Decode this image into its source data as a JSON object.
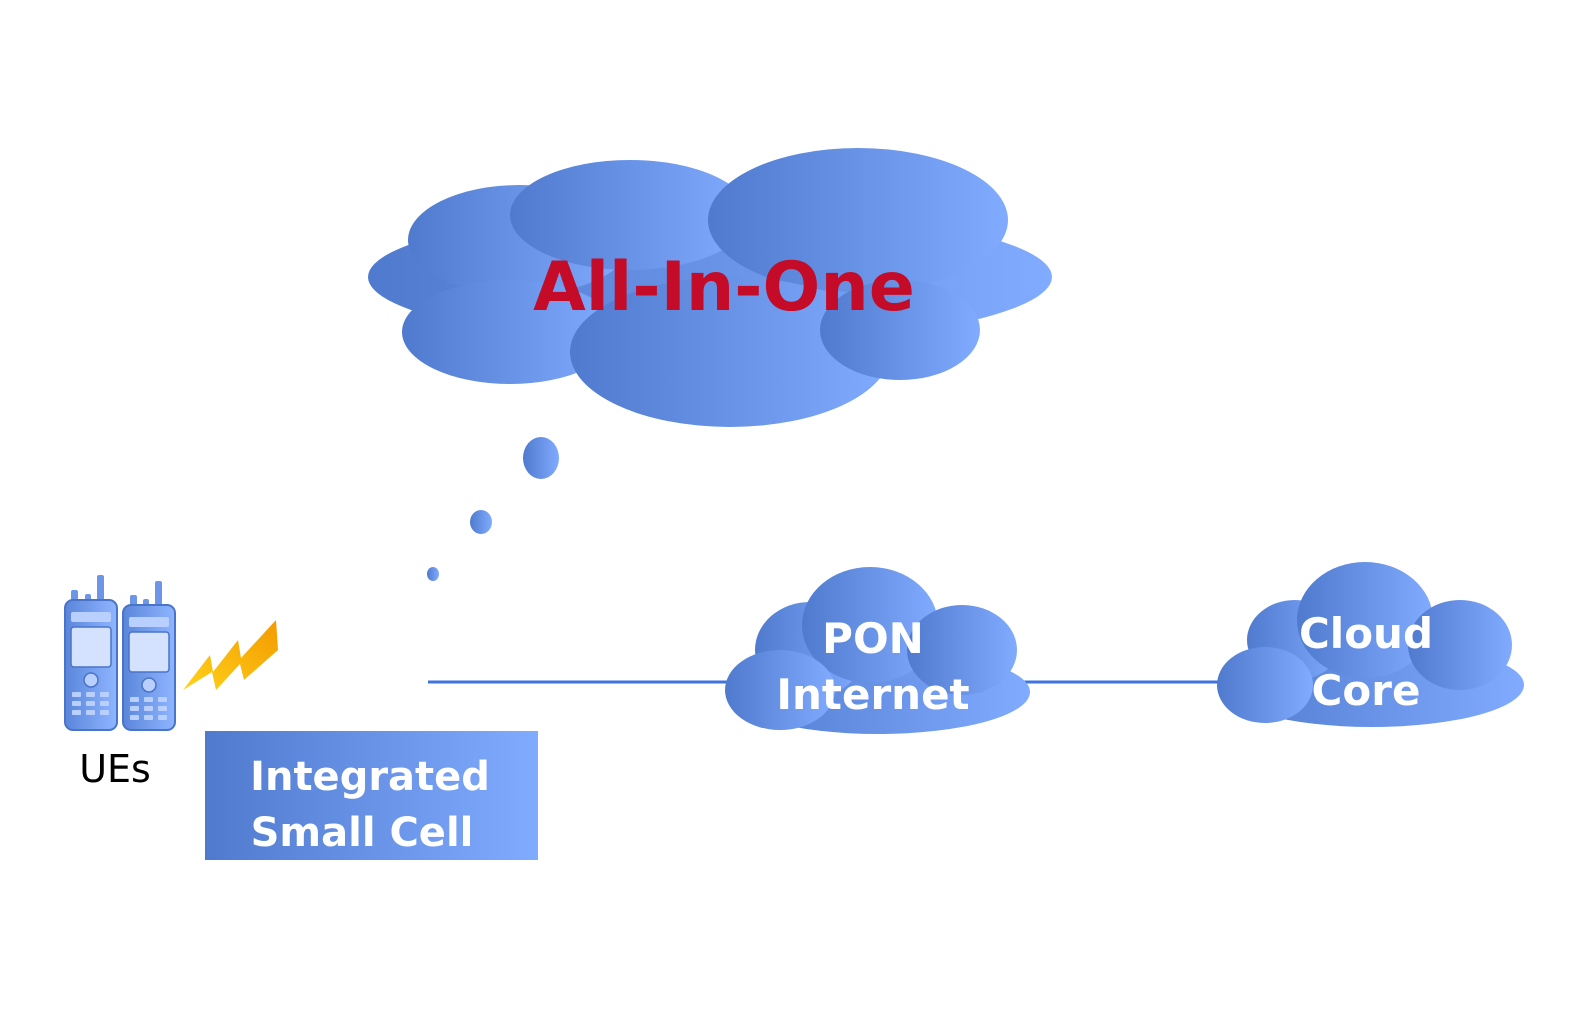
{
  "colors": {
    "accent_start": "#4f7acd",
    "accent_end": "#80abff",
    "headline": "#c40b28",
    "link_line": "#3f74e0",
    "lightning": "#f5b400",
    "background": "#ffffff"
  },
  "main_cloud": {
    "label": "All-In-One",
    "icon": "thought-cloud"
  },
  "ues": {
    "label": "UEs",
    "icon": "walkie-talkie-icon",
    "signal_icon": "lightning-icon"
  },
  "small_cell": {
    "line1": "Integrated",
    "line2": "Small Cell"
  },
  "pon_cloud": {
    "line1": "PON",
    "line2": "Internet"
  },
  "core_cloud": {
    "line1": "Cloud",
    "line2": "Core"
  }
}
